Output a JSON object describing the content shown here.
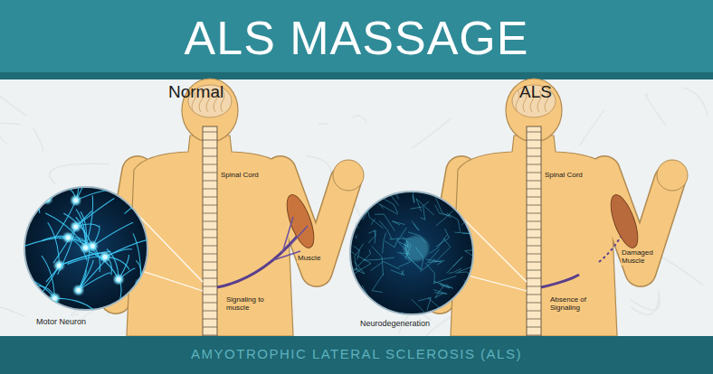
{
  "diagram": {
    "title": "ALS MASSAGE",
    "caption": "AMYOTROPHIC LATERAL SCLEROSIS (ALS)",
    "labels": [
      "Normal",
      "Spinal Cord",
      "Muscle",
      "Signaling to muscle",
      "Motor Neuron",
      "ALS",
      "Spinal Cord",
      "Damaged Muscle",
      "Absence of Signaling",
      "Neurodegeneration"
    ]
  }
}
